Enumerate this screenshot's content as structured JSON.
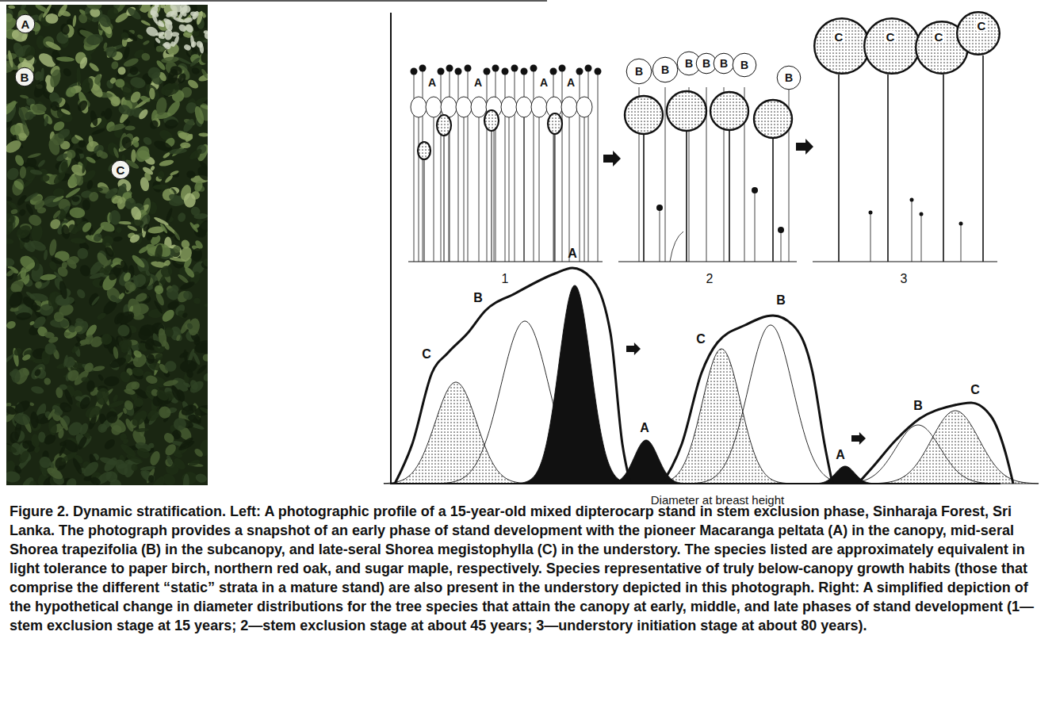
{
  "diagram": {
    "caption": "Figure 2. Dynamic stratification. Left: A photographic profile of a 15-year-old mixed dipterocarp stand in stem exclusion phase, Sinharaja Forest, Sri Lanka. The photograph provides a snapshot of an early phase of stand development with the pioneer Macaranga peltata (A) in the canopy, mid-seral Shorea trapezifolia (B) in the subcanopy, and late-seral Shorea megistophylla (C) in the understory. The species listed are approximately equivalent in light tolerance to paper birch, northern red oak, and sugar maple, respectively. Species representative of truly below-canopy growth habits (those that comprise the different “static” strata in a mature stand) are also present in the understory depicted in this photograph. Right: A simplified depiction of the hypothetical change in diameter distributions for the tree species that attain the canopy at early, middle, and late phases of stand development (1—stem exclusion stage at 15 years; 2—stem exclusion stage at about 45 years; 3—understory initiation stage at about 80 years).",
    "nodes": [
      {
        "text": [
          "A"
        ]
      },
      {
        "text": [
          "B"
        ]
      },
      {
        "text": [
          "C"
        ]
      },
      {
        "text": [
          "B"
        ]
      },
      {
        "text": [
          "B"
        ]
      },
      {
        "text": [
          "B"
        ]
      },
      {
        "text": [
          "B"
        ]
      },
      {
        "text": [
          "B"
        ]
      },
      {
        "text": [
          "B"
        ]
      },
      {
        "text": [
          "B"
        ]
      },
      {
        "text": [
          "C"
        ]
      },
      {
        "text": [
          "C"
        ]
      },
      {
        "text": [
          "C"
        ]
      },
      {
        "text": [
          "C"
        ]
      }
    ],
    "labels": [
      "A",
      "A",
      "A",
      "A",
      "1",
      "2",
      "3",
      "C",
      "B",
      "A",
      "A",
      "C",
      "B",
      "A",
      "B",
      "C",
      "Diameter at breast height"
    ]
  }
}
